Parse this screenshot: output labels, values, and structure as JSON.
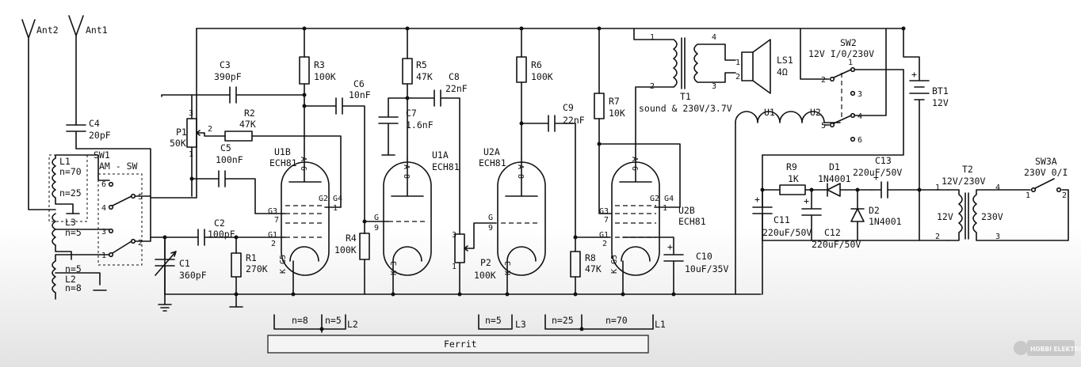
{
  "antennas": {
    "ant2": "Ant2",
    "ant1": "Ant1"
  },
  "components": {
    "c4": {
      "ref": "C4",
      "value": "20pF"
    },
    "c3": {
      "ref": "C3",
      "value": "390pF"
    },
    "r2": {
      "ref": "R2",
      "value": "47K"
    },
    "p1": {
      "ref": "P1",
      "value": "50K"
    },
    "c5": {
      "ref": "C5",
      "value": "100nF"
    },
    "c1": {
      "ref": "C1",
      "value": "360pF"
    },
    "c2": {
      "ref": "C2",
      "value": "100pF"
    },
    "r1": {
      "ref": "R1",
      "value": "270K"
    },
    "r3": {
      "ref": "R3",
      "value": "100K"
    },
    "c6": {
      "ref": "C6",
      "value": "10nF"
    },
    "r4": {
      "ref": "R4",
      "value": "100K"
    },
    "r5": {
      "ref": "R5",
      "value": "47K"
    },
    "c7": {
      "ref": "C7",
      "value": "1.6nF"
    },
    "c8": {
      "ref": "C8",
      "value": "22nF"
    },
    "p2": {
      "ref": "P2",
      "value": "100K"
    },
    "r6": {
      "ref": "R6",
      "value": "100K"
    },
    "c9": {
      "ref": "C9",
      "value": "22nF"
    },
    "r7": {
      "ref": "R7",
      "value": "10K"
    },
    "r8": {
      "ref": "R8",
      "value": "47K"
    },
    "c10": {
      "ref": "C10",
      "value": "10uF/35V"
    },
    "t1": {
      "ref": "T1",
      "value": "sound & 230V/3.7V"
    },
    "ls1": {
      "ref": "LS1",
      "value": "4Ω"
    },
    "sw2": {
      "ref": "SW2",
      "value": "12V I/0/230V"
    },
    "bt1": {
      "ref": "BT1",
      "value": "12V"
    },
    "r9": {
      "ref": "R9",
      "value": "1K"
    },
    "d1": {
      "ref": "D1",
      "value": "1N4001"
    },
    "c13": {
      "ref": "C13",
      "value": "220uF/50V"
    },
    "d2": {
      "ref": "D2",
      "value": "1N4001"
    },
    "c11": {
      "ref": "C11",
      "value": "220uF/50V"
    },
    "c12": {
      "ref": "C12",
      "value": "220uF/50V"
    },
    "t2": {
      "ref": "T2",
      "value": "12V/230V"
    },
    "sw3a": {
      "ref": "SW3A",
      "value": "230V 0/I"
    }
  },
  "sw1": {
    "ref": "SW1",
    "value": "AM - SW"
  },
  "tubes": {
    "u1b": {
      "ref": "U1B",
      "type": "ECH81"
    },
    "u1a": {
      "ref": "U1A",
      "type": "ECH81"
    },
    "u2a": {
      "ref": "U2A",
      "type": "ECH81"
    },
    "u2b": {
      "ref": "U2B",
      "type": "ECH81"
    }
  },
  "coils": {
    "l1": "L1",
    "l1n": "n=70",
    "l1n2": "n=25",
    "l3": "L3",
    "l3n": "n=5",
    "l2": "L2",
    "l2n": "n=5",
    "l2n2": "n=8"
  },
  "heaters": {
    "u1": "U1",
    "u2": "U2"
  },
  "t2_sides": {
    "left": "12V",
    "right": "230V"
  },
  "ferrite": {
    "label": "Ferrit",
    "n8": "n=8",
    "n5a": "n=5",
    "l2": "L2",
    "n5b": "n=5",
    "l3": "L3",
    "n25": "n=25",
    "n70": "n=70",
    "l1": "L1"
  },
  "pins": {
    "sw1_1": "1",
    "sw1_2": "2",
    "sw1_3": "3",
    "sw1_4": "4",
    "sw1_5": "5",
    "sw1_6": "6",
    "p1_1": "1",
    "p1_2": "2",
    "p1_3": "3",
    "sw2_1": "1",
    "sw2_2": "2",
    "sw2_3": "3",
    "sw2_4": "4",
    "sw2_5": "5",
    "sw2_6": "6",
    "t1_1": "1",
    "t1_2": "2",
    "t1_3": "3",
    "t1_4": "4",
    "ls_1": "1",
    "ls_2": "2",
    "t2_1": "1",
    "t2_2": "2",
    "t2_3": "3",
    "t2_4": "4",
    "sw3_1": "1",
    "sw3_2": "2",
    "u1b_g3": "G3",
    "u1b_7": "7",
    "u1b_g1": "G1",
    "u1b_2": "2",
    "u1b_g2g4": "G2 G4",
    "u1b_1": "1",
    "u1b_k": "K G5",
    "u1a_g": "G",
    "u1a_9": "9",
    "u1a_k": "K 3",
    "u1a_a": "A 8",
    "u2a_g": "G",
    "u2a_9": "9",
    "u2a_k": "K 3",
    "u2a_a": "A 8",
    "u2b_g3": "G3",
    "u2b_7": "7",
    "u2b_g1": "G1",
    "u2b_2": "2",
    "u2b_g2g4": "G2 G4",
    "u2b_1": "1",
    "u2b_k": "K G5",
    "u2b_a": "A 6",
    "u1b_a": "A 6",
    "p2_1": "1",
    "p2_3": "3"
  },
  "watermark": "HOBBI ELEKTRONIKA"
}
